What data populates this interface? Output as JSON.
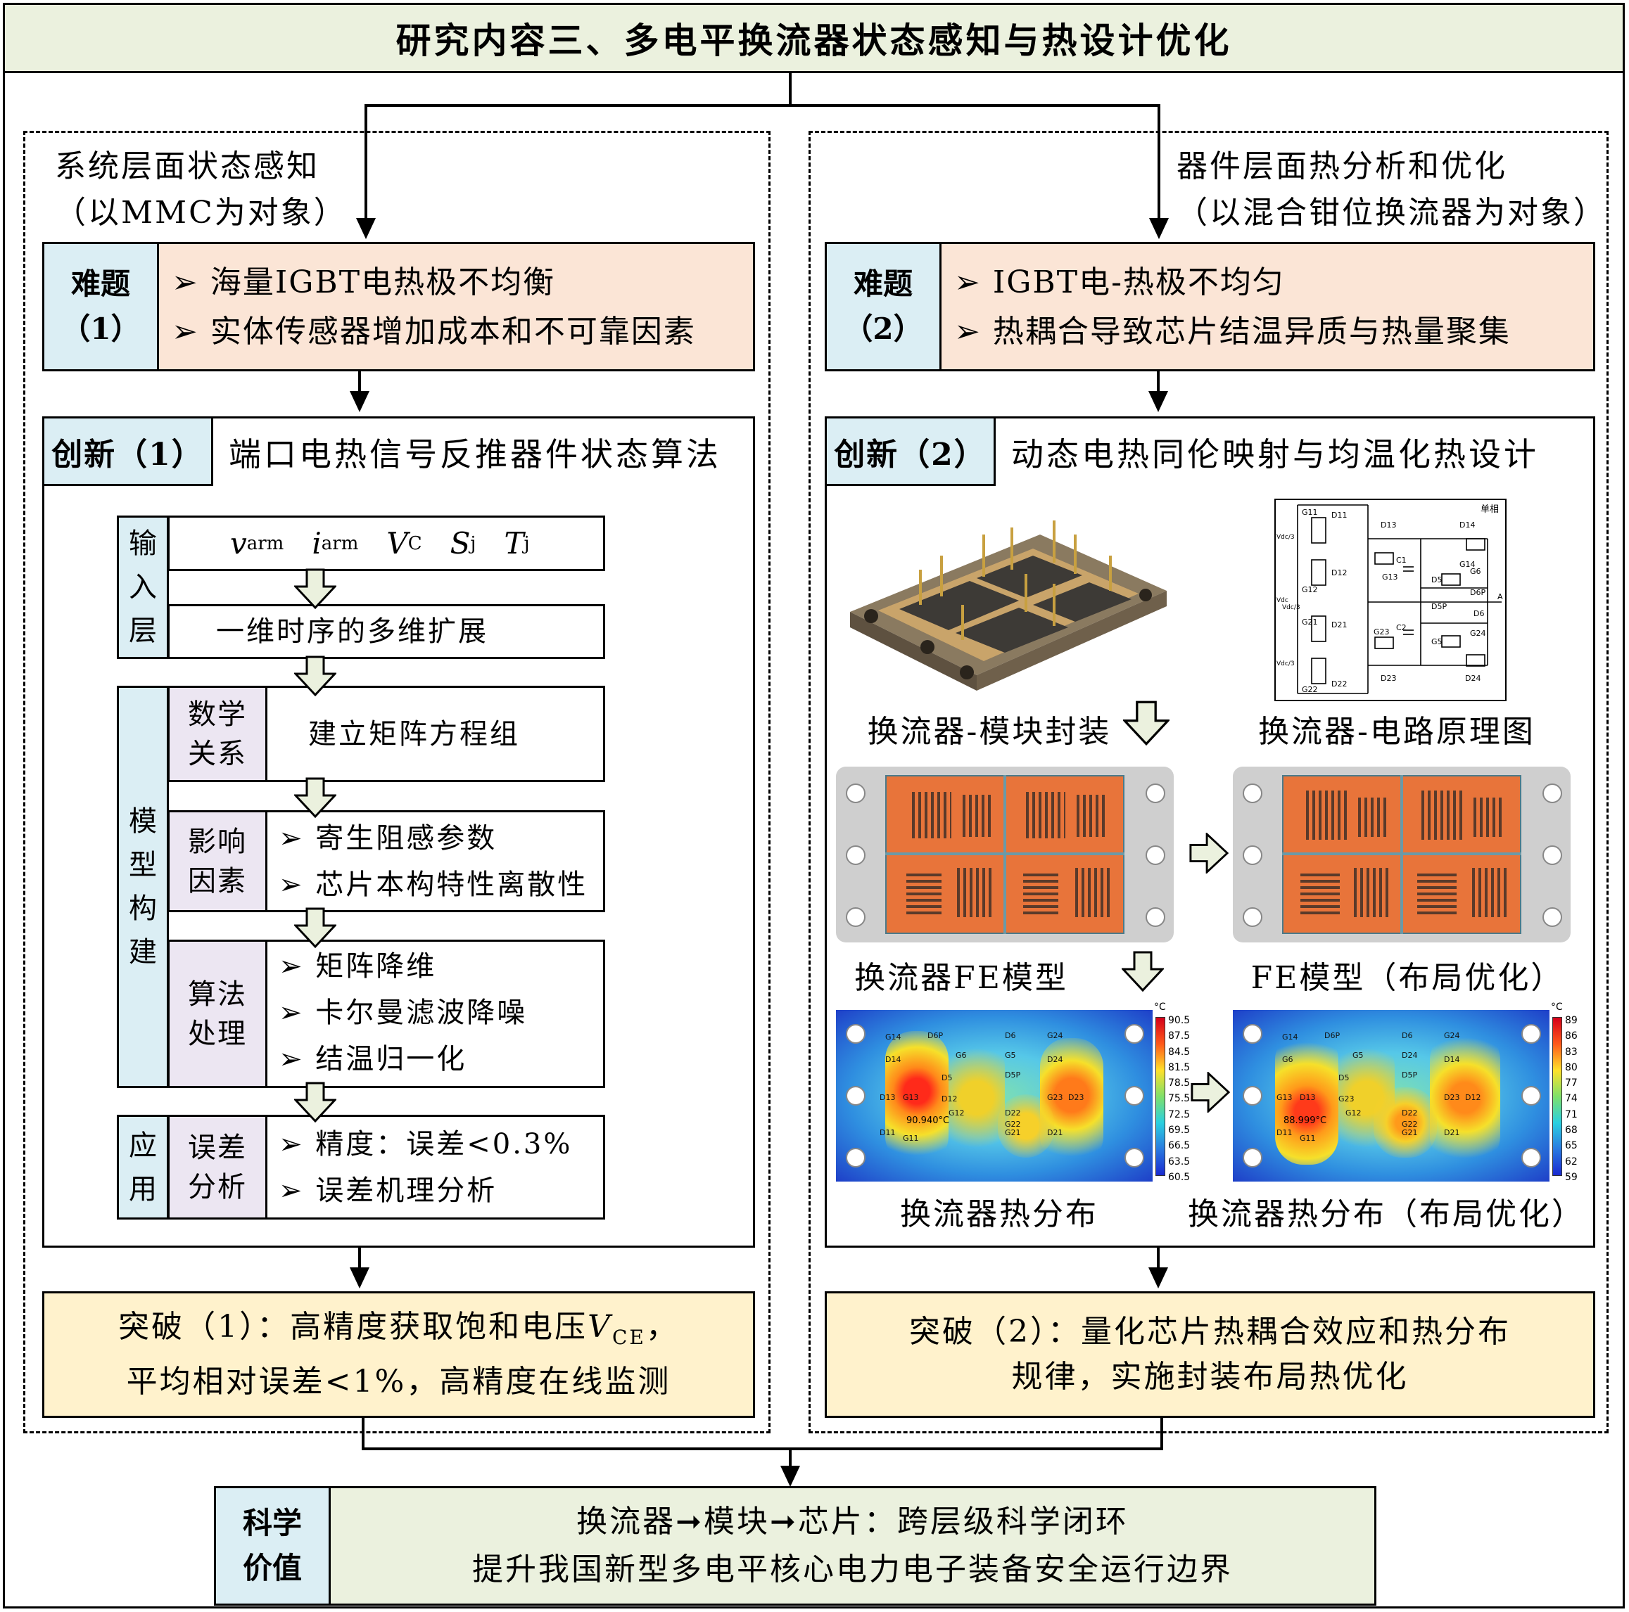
{
  "title": "研究内容三、多电平换流器状态感知与热设计优化",
  "left": {
    "section_title_1": "系统层面状态感知",
    "section_title_2": "（以MMC为对象）",
    "problem": {
      "label_1": "难题",
      "label_2": "（1）",
      "items": [
        "海量IGBT电热极不均衡",
        "实体传感器增加成本和不可靠因素"
      ]
    },
    "innovation": {
      "tab": "创新（1）",
      "text": "端口电热信号反推器件状态算法"
    },
    "flow": {
      "input_side": [
        "输",
        "入",
        "层"
      ],
      "inputs": [
        "v",
        "arm",
        "i",
        "arm",
        "V",
        "C",
        "S",
        "j",
        "T",
        "j"
      ],
      "expand": "一维时序的多维扩展",
      "model_side": [
        "模",
        "型",
        "构",
        "建"
      ],
      "math_label": [
        "数学",
        "关系"
      ],
      "math_text": "建立矩阵方程组",
      "factor_label": [
        "影响",
        "因素"
      ],
      "factor_items": [
        "寄生阻感参数",
        "芯片本构特性离散性"
      ],
      "algo_label": [
        "算法",
        "处理"
      ],
      "algo_items": [
        "矩阵降维",
        "卡尔曼滤波降噪",
        "结温归一化"
      ],
      "app_side": [
        "应",
        "用"
      ],
      "err_label": [
        "误差",
        "分析"
      ],
      "err_items": [
        "精度：误差<0.3%",
        "误差机理分析"
      ]
    },
    "breakthrough": {
      "line1_prefix": "突破（1）：高精度获取饱和电压",
      "line1_v": "V",
      "line1_sub": "CE",
      "line1_suffix": "，",
      "line2": "平均相对误差<1%，高精度在线监测"
    }
  },
  "right": {
    "section_title_1": "器件层面热分析和优化",
    "section_title_2": "（以混合钳位换流器为对象）",
    "problem": {
      "label_1": "难题",
      "label_2": "（2）",
      "items": [
        "IGBT电-热极不均匀",
        "热耦合导致芯片结温异质与热量聚集"
      ]
    },
    "innovation": {
      "tab": "创新（2）",
      "text": "动态电热同伦映射与均温化热设计"
    },
    "figures": {
      "cap_module": "换流器-模块封装",
      "cap_circuit": "换流器-电路原理图",
      "cap_fe": "换流器FE模型",
      "cap_fe_opt": "FE模型（布局优化）",
      "cap_heat": "换流器热分布",
      "cap_heat_opt": "换流器热分布（布局优化）",
      "circuit_title": "单相",
      "circuit_labels": [
        "G11",
        "D11",
        "D13",
        "D14",
        "G13",
        "G14",
        "G12",
        "D12",
        "C1",
        "G6",
        "D5",
        "D6P",
        "D5P",
        "D6",
        "G21",
        "D21",
        "C2",
        "G5",
        "G24",
        "G23",
        "D23",
        "D24",
        "G22",
        "D22",
        "A"
      ],
      "circuit_vdc": [
        "Vdc/3",
        "Vdc/3",
        "Vdc/3"
      ],
      "circuit_vdc_total": "Vdc",
      "heat_max_label": "90.940°C",
      "heat_opt_max_label": "88.999°C",
      "scale1_unit": "°C",
      "scale1": [
        "90.5",
        "87.5",
        "84.5",
        "81.5",
        "78.5",
        "75.5",
        "72.5",
        "69.5",
        "66.5",
        "63.5",
        "60.5"
      ],
      "scale2_unit": "°C",
      "scale2": [
        "89",
        "86",
        "83",
        "80",
        "77",
        "74",
        "71",
        "68",
        "65",
        "62",
        "59"
      ],
      "chip_labels_1": [
        "G14",
        "D6P",
        "D6",
        "G24",
        "D14",
        "G6",
        "G5",
        "D24",
        "D5",
        "D5P",
        "D13",
        "G13",
        "D12",
        "G23",
        "D23",
        "D22",
        "G12",
        "G22",
        "D11",
        "G11",
        "G21",
        "D21"
      ],
      "chip_labels_2": [
        "G14",
        "D6P",
        "D6",
        "G24",
        "G6",
        "G5",
        "D24",
        "D14",
        "D5",
        "D5P",
        "G13",
        "D13",
        "G23",
        "D23",
        "D12",
        "D22",
        "G12",
        "G22",
        "D11",
        "G11",
        "G21",
        "D21"
      ]
    },
    "breakthrough": {
      "line1": "突破（2）：量化芯片热耦合效应和热分布",
      "line2": "规律，实施封装布局热优化"
    }
  },
  "value": {
    "label_1": "科学",
    "label_2": "价值",
    "line1": "换流器➞模块➞芯片：跨层级科学闭环",
    "line2": "提升我国新型多电平核心电力电子装备安全运行边界"
  }
}
